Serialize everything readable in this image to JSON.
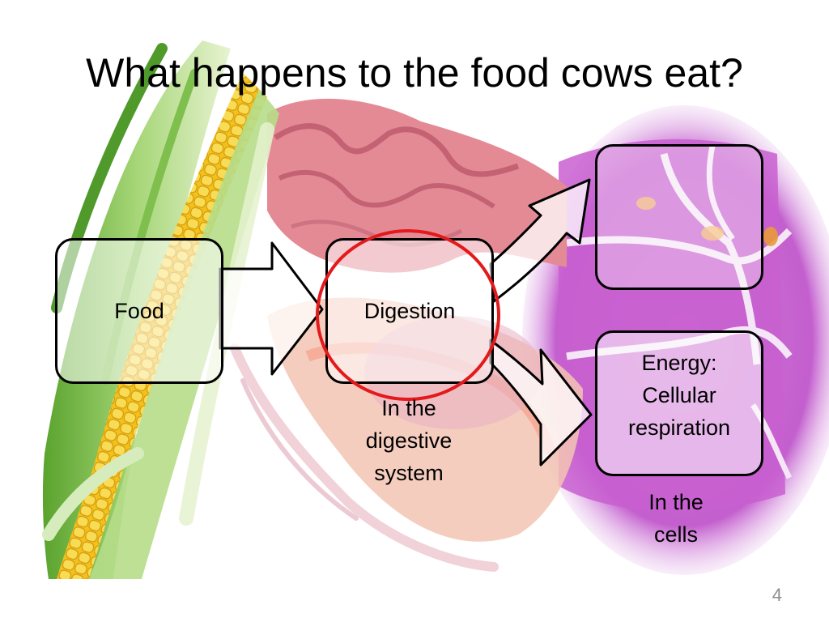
{
  "slide": {
    "title": "What happens to the food cows eat?",
    "page_number": "4"
  },
  "boxes": {
    "food": "Food",
    "digestion": "Digestion",
    "energy_lines": [
      "Energy:",
      "Cellular",
      "respiration"
    ]
  },
  "captions": {
    "digestive_lines": [
      "In the",
      "digestive",
      "system"
    ],
    "cells_lines": [
      "In the",
      "cells"
    ]
  },
  "colors": {
    "highlight_circle": "#e3191b",
    "cell_magenta": "#c85fd0",
    "corn_yellow": "#f2c21b",
    "husk_green": "#7cc04a",
    "intestine_pink": "#e38a95"
  },
  "icons": [
    "corn-illustration",
    "intestine-illustration",
    "cells-illustration",
    "arrow-right"
  ]
}
